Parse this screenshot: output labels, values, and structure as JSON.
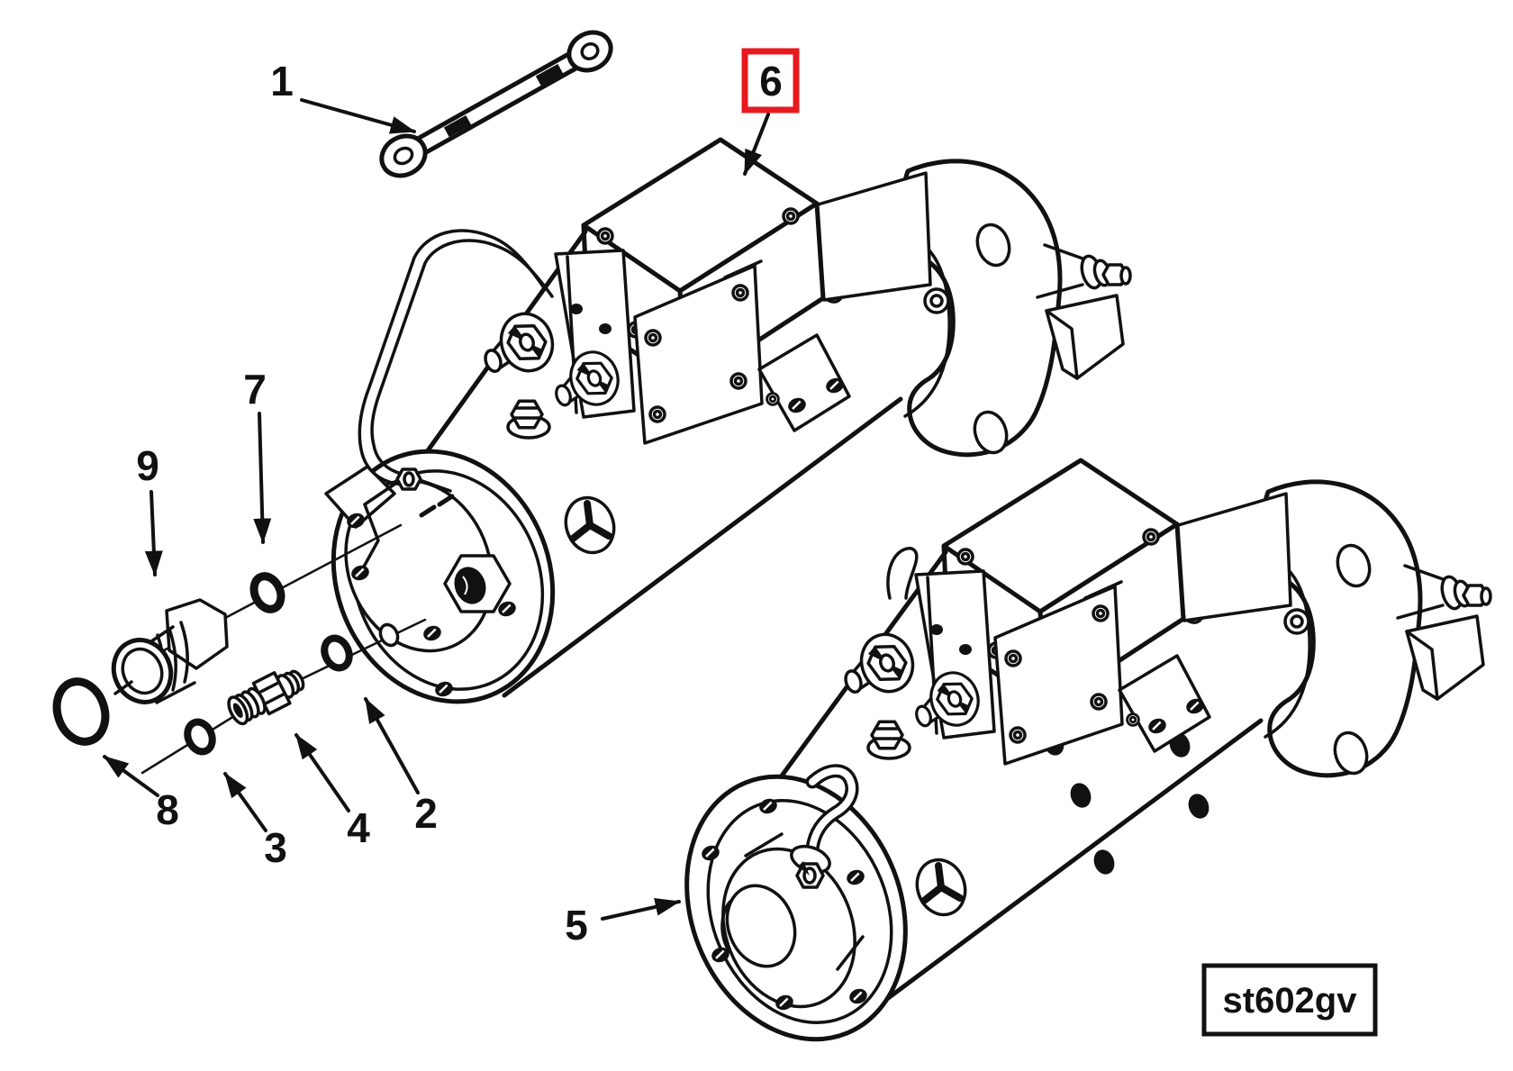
{
  "figure": {
    "drawing_code": "st602gv",
    "background_color": "#ffffff",
    "line_color": "#111111",
    "highlight_color": "#e8191e",
    "highlighted_callout": "6"
  },
  "callouts": [
    {
      "number": "1",
      "highlighted": false
    },
    {
      "number": "2",
      "highlighted": false
    },
    {
      "number": "3",
      "highlighted": false
    },
    {
      "number": "4",
      "highlighted": false
    },
    {
      "number": "5",
      "highlighted": false
    },
    {
      "number": "6",
      "highlighted": true
    },
    {
      "number": "7",
      "highlighted": false
    },
    {
      "number": "8",
      "highlighted": false
    },
    {
      "number": "9",
      "highlighted": false
    }
  ]
}
